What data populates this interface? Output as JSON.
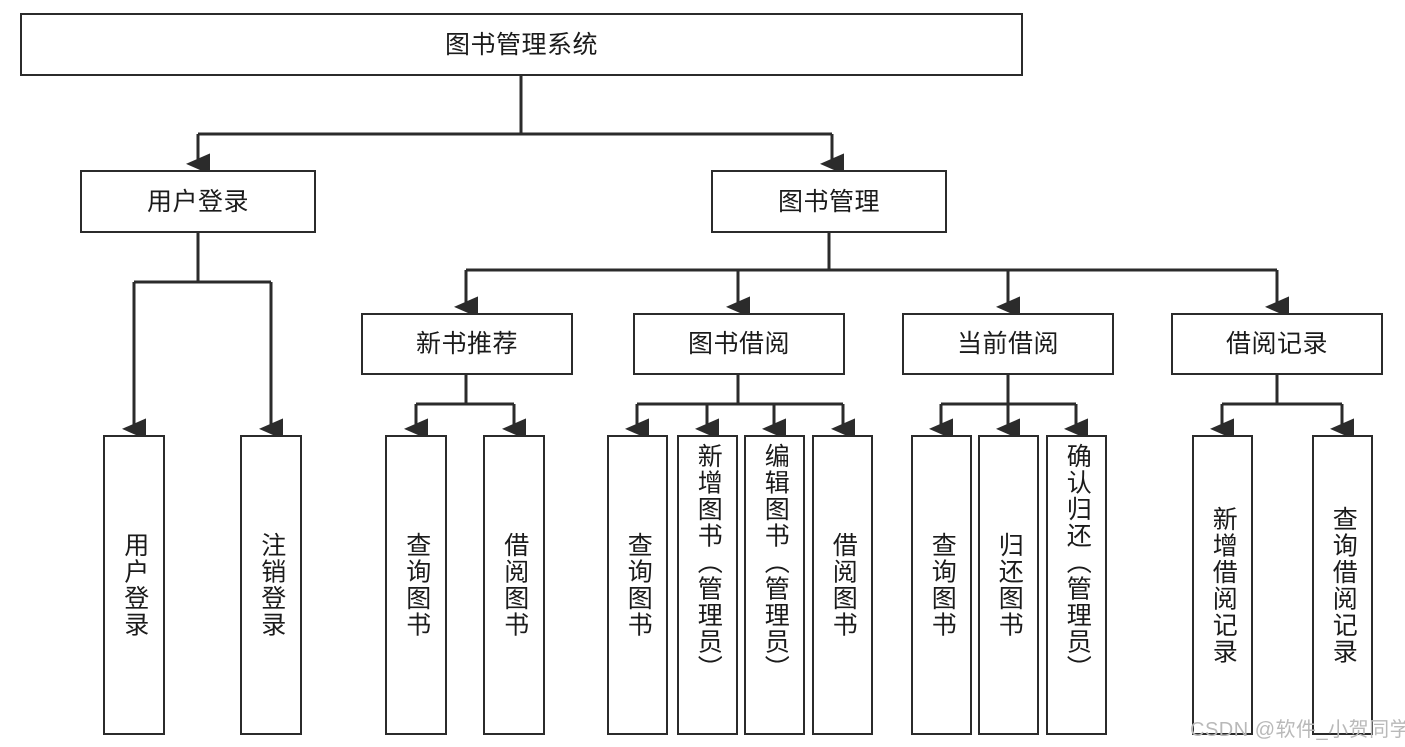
{
  "diagram": {
    "type": "tree-hierarchy-chart",
    "title": "图书管理系统",
    "line_color": "#2b2b2b",
    "box_fill": "#ffffff",
    "text_color": "#1b1b1b",
    "nodes": {
      "root": {
        "label": "图书管理系统"
      },
      "level2": [
        {
          "id": "user-login",
          "label": "用户登录"
        },
        {
          "id": "book-management",
          "label": "图书管理"
        }
      ],
      "level3": [
        {
          "id": "new-book-recommend",
          "label": "新书推荐"
        },
        {
          "id": "book-borrow",
          "label": "图书借阅"
        },
        {
          "id": "current-borrow",
          "label": "当前借阅"
        },
        {
          "id": "borrow-record",
          "label": "借阅记录"
        }
      ],
      "leaves": {
        "user-login": [
          {
            "id": "leaf-user-login",
            "label": "用户登录"
          },
          {
            "id": "leaf-logout-login",
            "label": "注销登录"
          }
        ],
        "new-book-recommend": [
          {
            "id": "leaf-query-book-1",
            "label": "查询图书"
          },
          {
            "id": "leaf-borrow-book-1",
            "label": "借阅图书"
          }
        ],
        "book-borrow": [
          {
            "id": "leaf-query-book-2",
            "label": "查询图书"
          },
          {
            "id": "leaf-add-book",
            "label": "新增图书（管理员）"
          },
          {
            "id": "leaf-edit-book",
            "label": "编辑图书（管理员）"
          },
          {
            "id": "leaf-borrow-book-2",
            "label": "借阅图书"
          }
        ],
        "current-borrow": [
          {
            "id": "leaf-query-book-3",
            "label": "查询图书"
          },
          {
            "id": "leaf-return-book",
            "label": "归还图书"
          },
          {
            "id": "leaf-confirm-return",
            "label": "确认归还（管理员）"
          }
        ],
        "borrow-record": [
          {
            "id": "leaf-add-record",
            "label": "新增借阅记录"
          },
          {
            "id": "leaf-query-record",
            "label": "查询借阅记录"
          }
        ]
      }
    }
  },
  "watermark": {
    "text": "CSDN @软件_小贺同学"
  }
}
